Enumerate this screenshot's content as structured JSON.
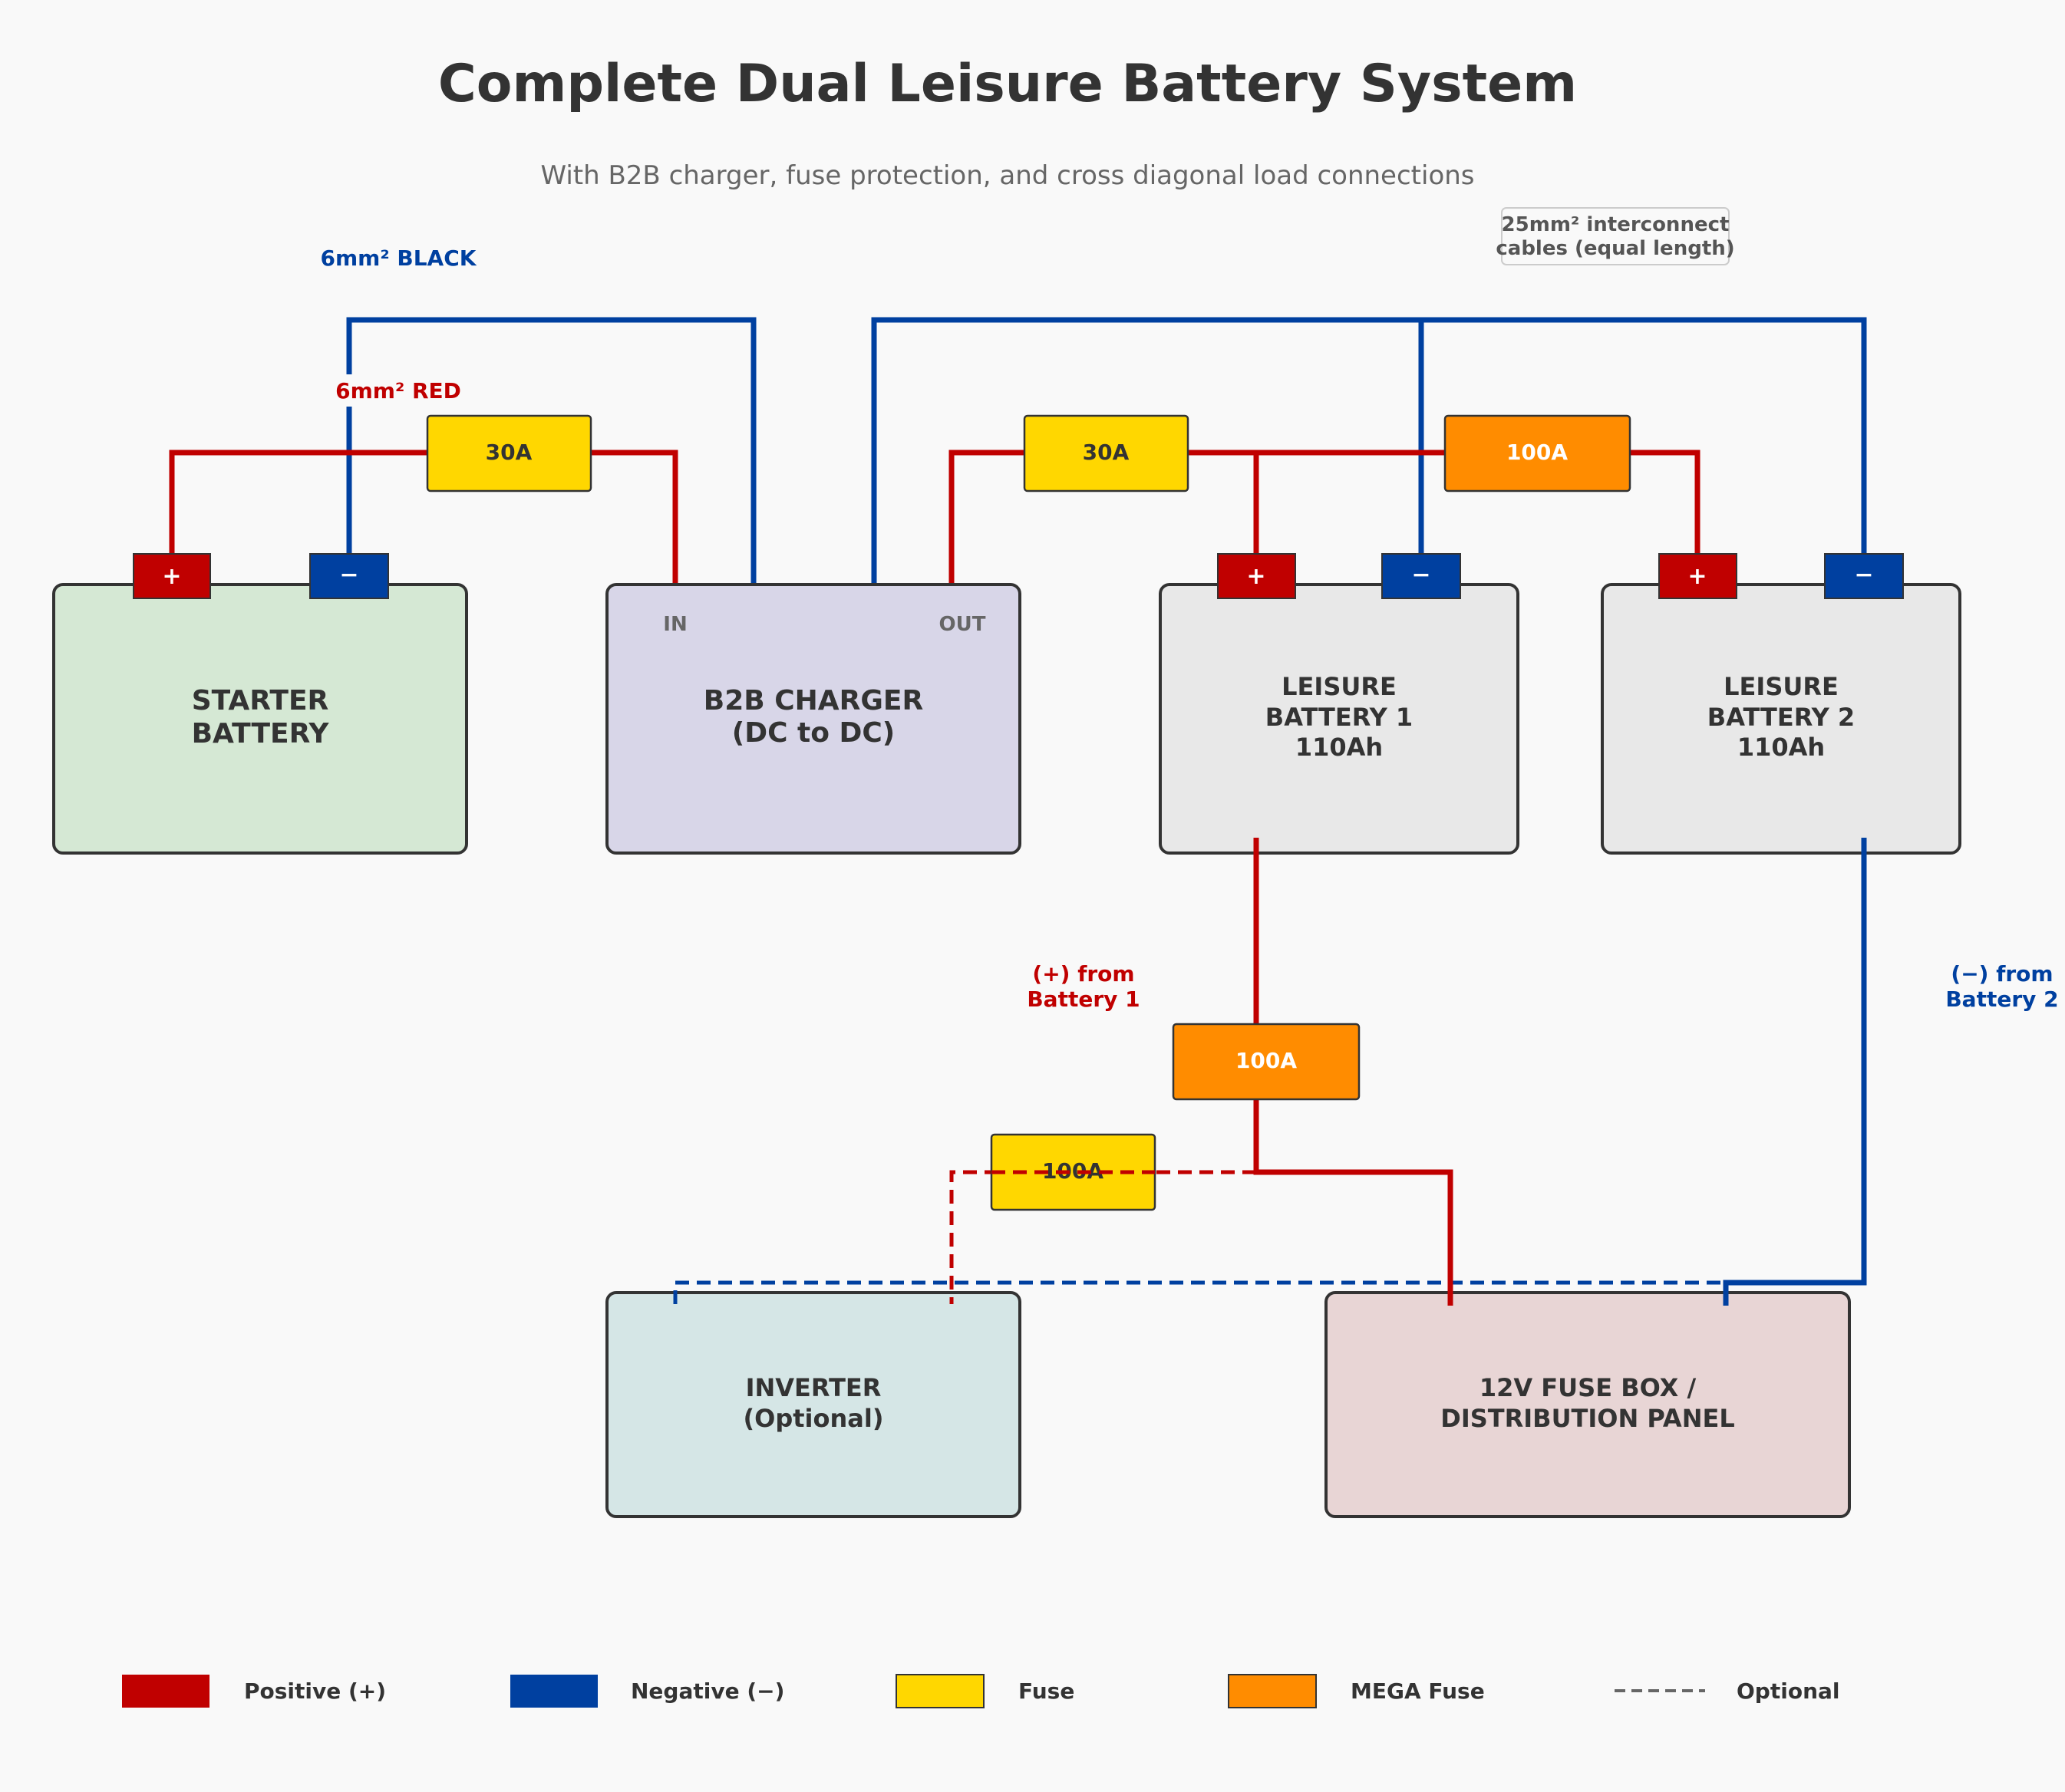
{
  "title": "Complete Dual Leisure Battery System",
  "subtitle": "With B2B charger, fuse protection, and cross diagonal load connections",
  "components": {
    "starter": {
      "line1": "STARTER",
      "line2": "BATTERY"
    },
    "b2b": {
      "line1": "B2B CHARGER",
      "line2": "(DC to DC)",
      "in": "IN",
      "out": "OUT"
    },
    "leisure1": {
      "line1": "LEISURE",
      "line2": "BATTERY 1",
      "line3": "110Ah"
    },
    "leisure2": {
      "line1": "LEISURE",
      "line2": "BATTERY 2",
      "line3": "110Ah"
    },
    "inverter": {
      "line1": "INVERTER",
      "line2": "(Optional)"
    },
    "fusebox": {
      "line1": "12V FUSE BOX /",
      "line2": "DISTRIBUTION PANEL"
    }
  },
  "terminals": {
    "positive": "+",
    "negative": "−"
  },
  "fuses": {
    "starter_b2b": "30A",
    "b2b_leisure": "30A",
    "interconnect": "100A",
    "load_mega": "100A",
    "inverter": "100A"
  },
  "annotations": {
    "black_cable": "6mm² BLACK",
    "red_cable": "6mm² RED",
    "interconnect_line1": "25mm² interconnect",
    "interconnect_line2": "cables (equal length)",
    "pos_from_line1": "(+) from",
    "pos_from_line2": "Battery 1",
    "neg_from_line1": "(−) from",
    "neg_from_line2": "Battery 2"
  },
  "legend": {
    "positive": "Positive (+)",
    "negative": "Negative (−)",
    "fuse": "Fuse",
    "mega_fuse": "MEGA Fuse",
    "optional": "Optional"
  },
  "colors": {
    "positive": "#c00000",
    "negative": "#0040a0",
    "fuse": "#ffd700",
    "mega_fuse": "#ff8c00",
    "starter_fill": "#d5e8d4",
    "b2b_fill": "#d8d6e8",
    "leisure_fill": "#e8e8e8",
    "inverter_fill": "#d5e6e6",
    "fusebox_fill": "#e8d5d5"
  }
}
